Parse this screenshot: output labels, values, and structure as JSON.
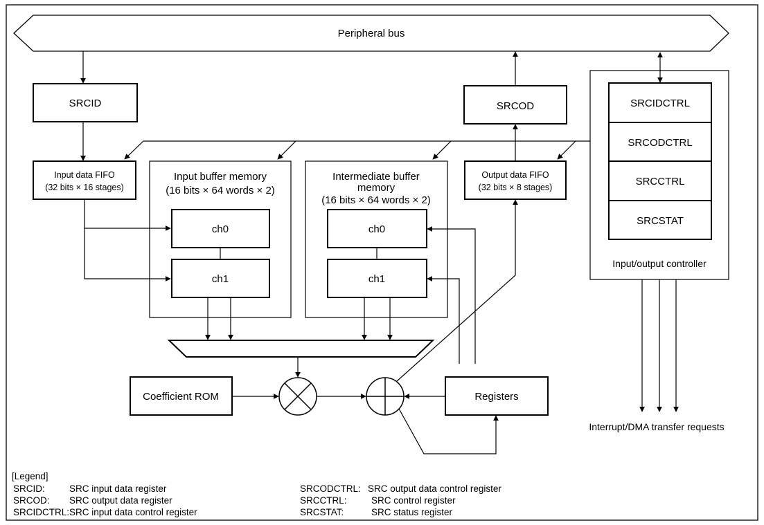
{
  "bus": {
    "label": "Peripheral bus"
  },
  "blocks": {
    "srcid": "SRCID",
    "srcod": "SRCOD",
    "input_fifo": [
      "Input data FIFO",
      "(32 bits × 16 stages)"
    ],
    "output_fifo": [
      "Output data FIFO",
      "(32 bits × 8 stages)"
    ],
    "input_buffer": [
      "Input buffer memory",
      "(16 bits × 64 words × 2)"
    ],
    "intermediate_buffer": [
      "Intermediate buffer",
      "memory",
      "(16 bits × 64 words × 2)"
    ],
    "ch0": "ch0",
    "ch1": "ch1",
    "coefficient_rom": "Coefficient ROM",
    "registers": "Registers"
  },
  "io_controller": {
    "label": "Input/output controller",
    "registers": [
      "SRCIDCTRL",
      "SRCODCTRL",
      "SRCCTRL",
      "SRCSTAT"
    ]
  },
  "requests_label": "Interrupt/DMA transfer requests",
  "legend": {
    "title": "[Legend]",
    "entries": [
      {
        "abbr": "SRCID:",
        "desc": "SRC input data register"
      },
      {
        "abbr": "SRCOD:",
        "desc": "SRC output data register"
      },
      {
        "abbr": "SRCIDCTRL:",
        "desc": "SRC input data control register"
      },
      {
        "abbr": "SRCODCTRL:",
        "desc": "SRC output data control register"
      },
      {
        "abbr": "SRCCTRL:",
        "desc": "SRC control register"
      },
      {
        "abbr": "SRCSTAT:",
        "desc": "SRC status register"
      }
    ]
  }
}
